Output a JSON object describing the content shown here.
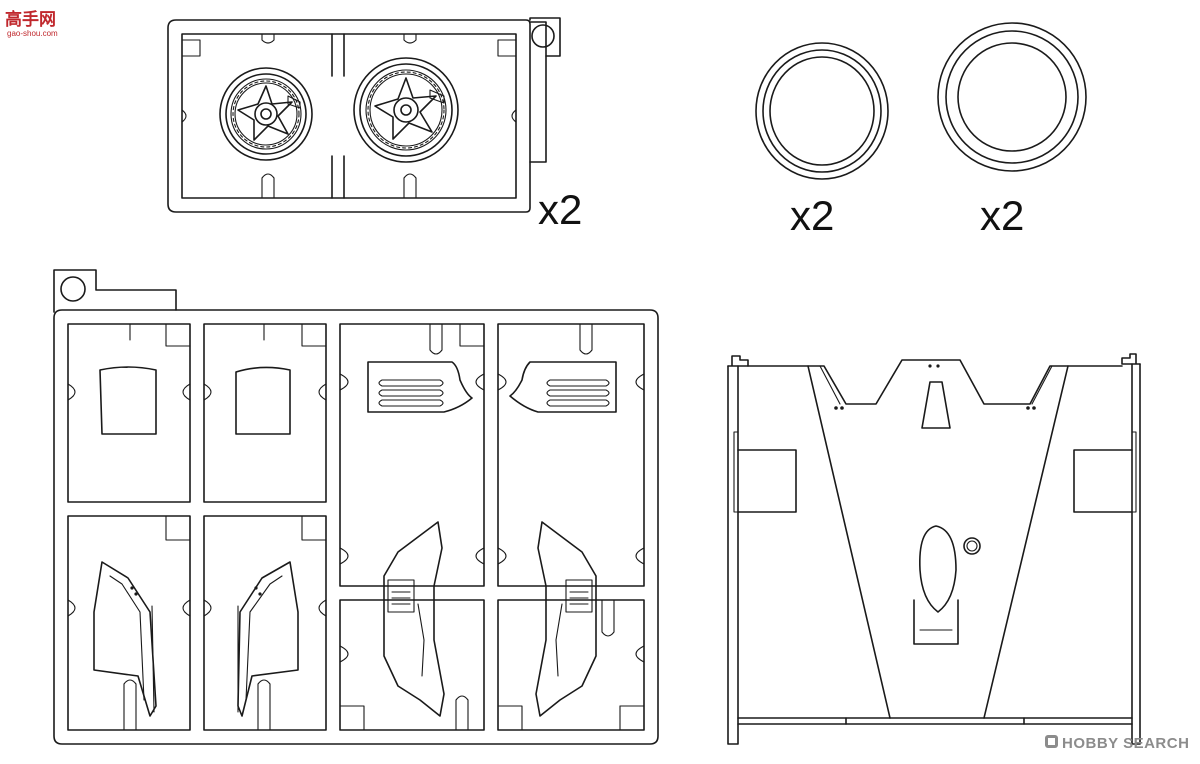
{
  "watermark_top_left": {
    "site_name": "高手网",
    "url": "gao-shou.com",
    "brand_color": "#c0282d"
  },
  "watermark_bottom_right": {
    "logo_name": "hobby-search-logo",
    "text": "HOBBY SEARCH",
    "color": "#8c8c8c"
  },
  "parts": {
    "wheel_sprue": {
      "quantity": "x2"
    },
    "tire_small": {
      "quantity": "x2"
    },
    "tire_large": {
      "quantity": "x2"
    }
  },
  "line_color": "#1a1a1a"
}
